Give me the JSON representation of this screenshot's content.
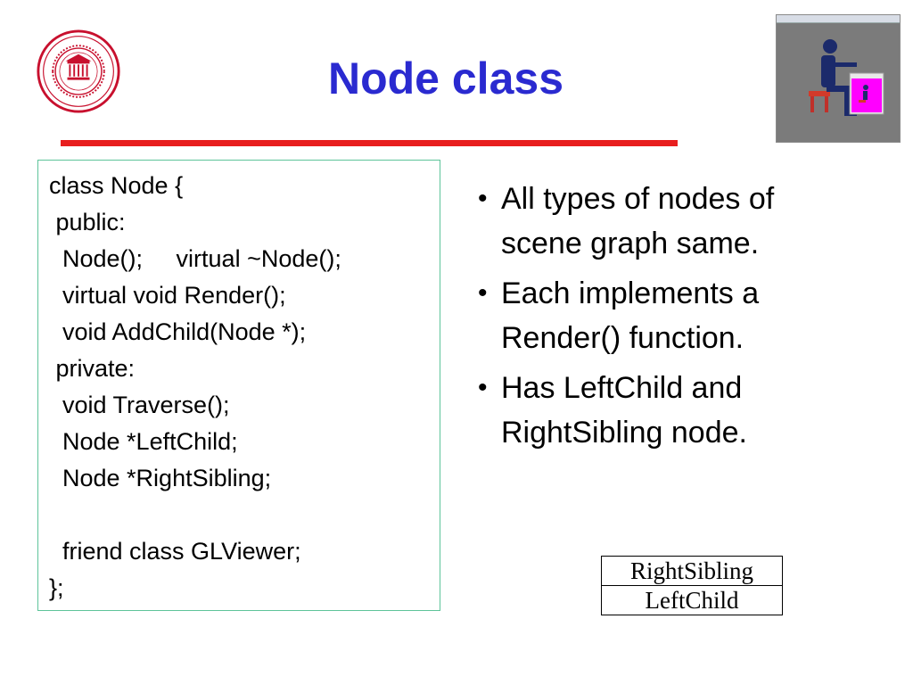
{
  "colors": {
    "title": "#2a2ad0",
    "accent_red": "#e81e1e",
    "seal_red": "#c8102e",
    "code_border": "#5ec49a",
    "thumb_magenta": "#ff00ff"
  },
  "slide": {
    "title": "Node class"
  },
  "code": {
    "lines": [
      "class Node {",
      " public:",
      "  Node();     virtual ~Node();",
      "  virtual void Render();",
      "  void AddChild(Node *);",
      " private:",
      "  void Traverse();",
      "  Node *LeftChild;",
      "  Node *RightSibling;",
      "",
      "  friend class GLViewer;",
      "};"
    ]
  },
  "bullets": [
    {
      "marker": "•",
      "text": "All types of nodes of scene graph same."
    },
    {
      "marker": "•",
      "text": "Each implements a Render() function."
    },
    {
      "marker": "•",
      "text": "Has LeftChild and RightSibling node."
    }
  ],
  "node_diagram": {
    "top": "RightSibling",
    "bottom": "LeftChild"
  },
  "icons": {
    "seal": "university-seal-icon",
    "thumbnail": "rendered-scene-thumbnail"
  }
}
